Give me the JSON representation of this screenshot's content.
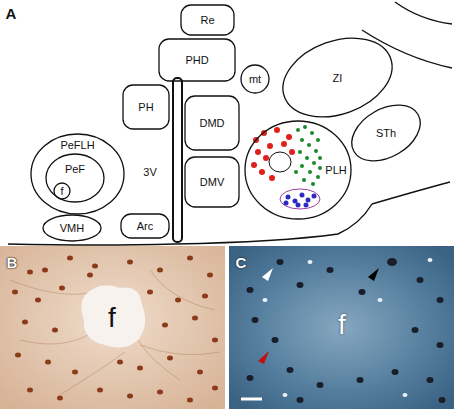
{
  "diagram": {
    "nodes": [
      {
        "text": [
          "Re"
        ]
      },
      {
        "text": [
          "PHD"
        ]
      },
      {
        "text": [
          "mt"
        ]
      },
      {
        "text": [
          "ZI"
        ]
      },
      {
        "text": [
          "STh"
        ]
      },
      {
        "text": [
          "PH"
        ]
      },
      {
        "text": [
          "PeFLH"
        ]
      },
      {
        "text": [
          "PeF"
        ],
        "in": 6
      },
      {
        "text": [
          "f"
        ],
        "in": 7
      },
      {
        "text": [
          "DMD"
        ]
      },
      {
        "text": [
          "DMV"
        ]
      },
      {
        "text": [
          "PLH"
        ]
      },
      {
        "text": [
          "VMH"
        ]
      },
      {
        "text": [
          "Arc"
        ]
      }
    ],
    "labels": [
      "A",
      "3V",
      "B",
      "f",
      "C",
      "f"
    ]
  }
}
